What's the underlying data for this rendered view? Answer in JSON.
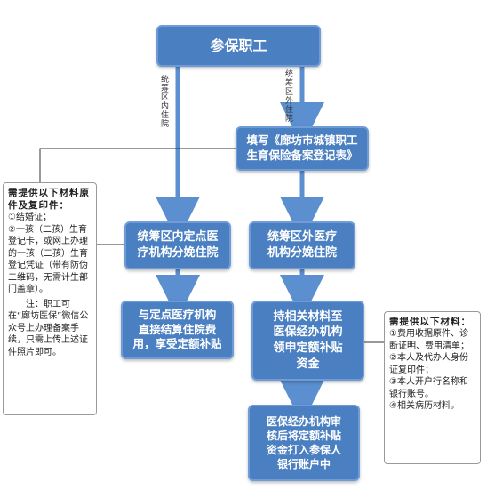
{
  "nodes": {
    "top": "参保职工",
    "register": "填写《廊坊市城镇职工\n生育保险备案登记表》",
    "inside_hospital": "统筹区内定点医\n疗机构分娩住院",
    "outside_hospital": "统筹区外医疗\n机构分娩住院",
    "settle": "与定点医疗机构\n直接结算住院费\n用，享受定额补贴",
    "apply": "持相关材料至\n医保经办机构\n领申定额补贴\n资金",
    "transfer": "医保经办机构审\n核后将定额补贴\n资金打入参保人\n银行账户中"
  },
  "labels": {
    "inside": "统筹区内住院",
    "outside": "统筹区外住院"
  },
  "left_note": {
    "head": "需提供以下材料原件及复印件：",
    "items": [
      "①结婚证；",
      "②一孩（二孩）生育登记卡，或网上办理的一孩（二孩）生育登记凭证（带有防伪二维码，无需计生部门盖章）。",
      "注：职工可在“廊坊医保”微信公众号上办理备案手续，只需上传上述证件照片即可。"
    ]
  },
  "right_note": {
    "head": "需提供以下材料：",
    "items": [
      "①费用收据原件、诊断证明、费用清单；",
      "②本人及代办人身份证复印件；",
      "③本人开户行名称和银行账号。",
      "④相关病历材料。"
    ]
  },
  "colors": {
    "box_fill": "#4a7fc1",
    "box_border": "#6f9bd6",
    "arrow": "#5b8fd0",
    "connector": "#333333"
  }
}
